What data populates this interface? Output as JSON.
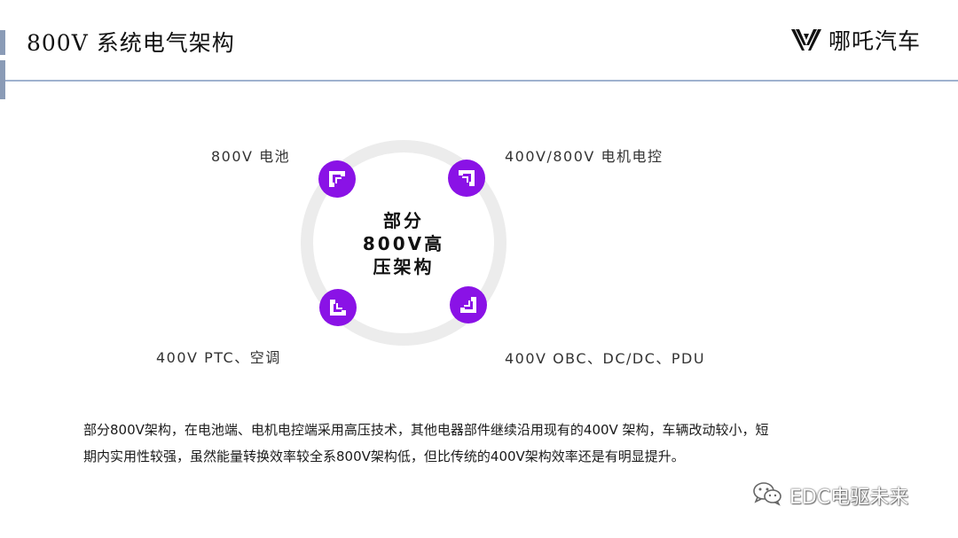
{
  "slide": {
    "title": "800V  系统电气架构"
  },
  "logo": {
    "text": "哪吒汽车",
    "icon": "nezha-wings-logo"
  },
  "diagram": {
    "center_lines": [
      "部分",
      "800V高",
      "压架构"
    ],
    "nodes": {
      "top_left": "800V 电池",
      "top_right": "400V/800V 电机电控",
      "bottom_left": "400V PTC、空调",
      "bottom_right": "400V OBC、DC/DC、PDU"
    },
    "accent_color": "#8a12e6",
    "ring_color": "#ececec"
  },
  "description": {
    "line1": "部分800V架构，在电池端、电机电控端采用高压技术，其他电器部件继续沿用现有的400V 架构，车辆改动较小，短",
    "line2": "期内实用性较强，虽然能量转换效率较全系800V架构低，但比传统的400V架构效率还是有明显提升。"
  },
  "watermark": {
    "text": "EDC电驱未来",
    "icon": "wechat-icon"
  }
}
